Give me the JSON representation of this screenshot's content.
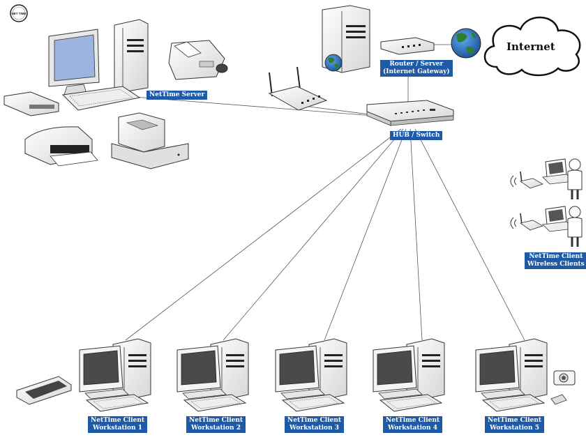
{
  "logo_text": "NET TIME",
  "internet_label": "Internet",
  "labels": {
    "server": "NetTime Server",
    "router": [
      "Router / Server",
      "(Internet Gateway)"
    ],
    "hub": "HUB / Switch",
    "wireless": [
      "NetTime Client",
      "Wireless Clients"
    ],
    "workstations": [
      [
        "NetTime Client",
        "Workstation 1"
      ],
      [
        "NetTime Client",
        "Workstation 2"
      ],
      [
        "NetTime Client",
        "Workstation 3"
      ],
      [
        "NetTime Client",
        "Workstation 4"
      ],
      [
        "NetTime Client",
        "Workstation 5"
      ]
    ]
  },
  "colors": {
    "label_bg": "#1f5aa6",
    "globe": "#2e7d32",
    "screen": "#9bb4e0",
    "line": "#555555"
  }
}
